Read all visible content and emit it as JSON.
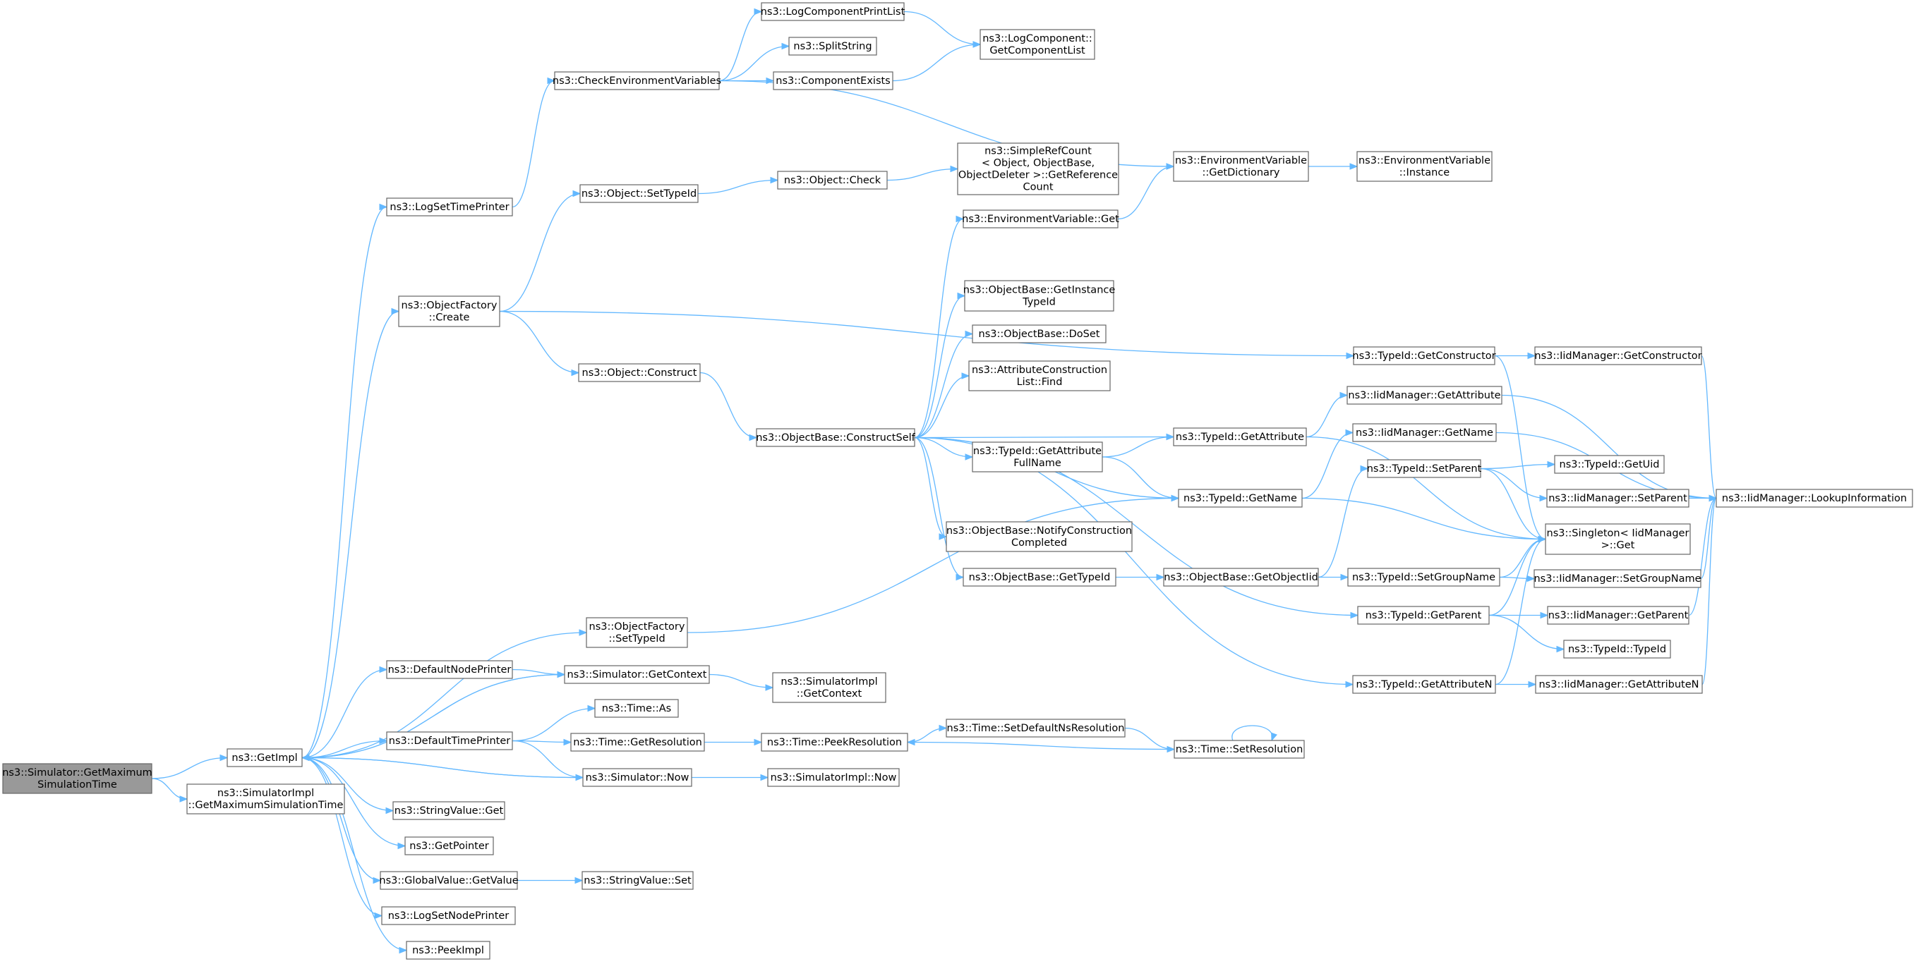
{
  "accent_color": "#63b8ff",
  "root_fill": "#999999",
  "nodes": [
    {
      "id": "root",
      "lines": [
        "ns3::Simulator::GetMaximum",
        "SimulationTime"
      ],
      "root": true
    },
    {
      "id": "GetImpl",
      "lines": [
        "ns3::GetImpl"
      ]
    },
    {
      "id": "SimImplGetMax",
      "lines": [
        "ns3::SimulatorImpl",
        "::GetMaximumSimulationTime"
      ]
    },
    {
      "id": "LogSetTimePrinter",
      "lines": [
        "ns3::LogSetTimePrinter"
      ]
    },
    {
      "id": "ObjectFactoryCreate",
      "lines": [
        "ns3::ObjectFactory",
        "::Create"
      ]
    },
    {
      "id": "ObjectFactorySetTypeId",
      "lines": [
        "ns3::ObjectFactory",
        "::SetTypeId"
      ]
    },
    {
      "id": "DefaultNodePrinter",
      "lines": [
        "ns3::DefaultNodePrinter"
      ]
    },
    {
      "id": "SimulatorGetContext",
      "lines": [
        "ns3::Simulator::GetContext"
      ]
    },
    {
      "id": "SimImplGetContext",
      "lines": [
        "ns3::SimulatorImpl",
        "::GetContext"
      ]
    },
    {
      "id": "DefaultTimePrinter",
      "lines": [
        "ns3::DefaultTimePrinter"
      ]
    },
    {
      "id": "TimeAs",
      "lines": [
        "ns3::Time::As"
      ]
    },
    {
      "id": "TimeGetResolution",
      "lines": [
        "ns3::Time::GetResolution"
      ]
    },
    {
      "id": "TimePeekResolution",
      "lines": [
        "ns3::Time::PeekResolution"
      ]
    },
    {
      "id": "TimeSetDefaultNsResolution",
      "lines": [
        "ns3::Time::SetDefaultNsResolution"
      ]
    },
    {
      "id": "TimeSetResolution",
      "lines": [
        "ns3::Time::SetResolution"
      ]
    },
    {
      "id": "SimulatorNow",
      "lines": [
        "ns3::Simulator::Now"
      ]
    },
    {
      "id": "SimImplNow",
      "lines": [
        "ns3::SimulatorImpl::Now"
      ]
    },
    {
      "id": "StringValueGet",
      "lines": [
        "ns3::StringValue::Get"
      ]
    },
    {
      "id": "GetPointer",
      "lines": [
        "ns3::GetPointer"
      ]
    },
    {
      "id": "GlobalValueGetValue",
      "lines": [
        "ns3::GlobalValue::GetValue"
      ]
    },
    {
      "id": "StringValueSet",
      "lines": [
        "ns3::StringValue::Set"
      ]
    },
    {
      "id": "LogSetNodePrinter",
      "lines": [
        "ns3::LogSetNodePrinter"
      ]
    },
    {
      "id": "PeekImpl",
      "lines": [
        "ns3::PeekImpl"
      ]
    },
    {
      "id": "CheckEnv",
      "lines": [
        "ns3::CheckEnvironmentVariables"
      ]
    },
    {
      "id": "LogComponentPrintList",
      "lines": [
        "ns3::LogComponentPrintList"
      ]
    },
    {
      "id": "SplitString",
      "lines": [
        "ns3::SplitString"
      ]
    },
    {
      "id": "ComponentExists",
      "lines": [
        "ns3::ComponentExists"
      ]
    },
    {
      "id": "LogComponentGetList",
      "lines": [
        "ns3::LogComponent::",
        "GetComponentList"
      ]
    },
    {
      "id": "EnvGetDictionary",
      "lines": [
        "ns3::EnvironmentVariable",
        "::GetDictionary"
      ]
    },
    {
      "id": "EnvInstance",
      "lines": [
        "ns3::EnvironmentVariable",
        "::Instance"
      ]
    },
    {
      "id": "EnvGet",
      "lines": [
        "ns3::EnvironmentVariable::Get"
      ]
    },
    {
      "id": "ObjectSetTypeId",
      "lines": [
        "ns3::Object::SetTypeId"
      ]
    },
    {
      "id": "ObjectCheck",
      "lines": [
        "ns3::Object::Check"
      ]
    },
    {
      "id": "SimpleRefCount",
      "lines": [
        "ns3::SimpleRefCount",
        "< Object, ObjectBase,",
        "ObjectDeleter >::GetReference",
        "Count"
      ]
    },
    {
      "id": "ObjectConstruct",
      "lines": [
        "ns3::Object::Construct"
      ]
    },
    {
      "id": "ConstructSelf",
      "lines": [
        "ns3::ObjectBase::ConstructSelf"
      ]
    },
    {
      "id": "GetInstanceTypeId",
      "lines": [
        "ns3::ObjectBase::GetInstance",
        "TypeId"
      ]
    },
    {
      "id": "DoSet",
      "lines": [
        "ns3::ObjectBase::DoSet"
      ]
    },
    {
      "id": "AttrConstructionFind",
      "lines": [
        "ns3::AttributeConstruction",
        "List::Find"
      ]
    },
    {
      "id": "GetAttributeFullName",
      "lines": [
        "ns3::TypeId::GetAttribute",
        "FullName"
      ]
    },
    {
      "id": "NotifyConstruction",
      "lines": [
        "ns3::ObjectBase::NotifyConstruction",
        "Completed"
      ]
    },
    {
      "id": "ObjBaseGetTypeId",
      "lines": [
        "ns3::ObjectBase::GetTypeId"
      ]
    },
    {
      "id": "GetObjectIid",
      "lines": [
        "ns3::ObjectBase::GetObjectIid"
      ]
    },
    {
      "id": "TypeIdGetConstructor",
      "lines": [
        "ns3::TypeId::GetConstructor"
      ]
    },
    {
      "id": "TypeIdGetAttribute",
      "lines": [
        "ns3::TypeId::GetAttribute"
      ]
    },
    {
      "id": "TypeIdGetName",
      "lines": [
        "ns3::TypeId::GetName"
      ]
    },
    {
      "id": "TypeIdSetParent",
      "lines": [
        "ns3::TypeId::SetParent"
      ]
    },
    {
      "id": "TypeIdSetGroupName",
      "lines": [
        "ns3::TypeId::SetGroupName"
      ]
    },
    {
      "id": "TypeIdGetParent",
      "lines": [
        "ns3::TypeId::GetParent"
      ]
    },
    {
      "id": "TypeIdGetAttributeN",
      "lines": [
        "ns3::TypeId::GetAttributeN"
      ]
    },
    {
      "id": "IidGetConstructor",
      "lines": [
        "ns3::IidManager::GetConstructor"
      ]
    },
    {
      "id": "IidGetAttribute",
      "lines": [
        "ns3::IidManager::GetAttribute"
      ]
    },
    {
      "id": "IidGetName",
      "lines": [
        "ns3::IidManager::GetName"
      ]
    },
    {
      "id": "TypeIdGetUid",
      "lines": [
        "ns3::TypeId::GetUid"
      ]
    },
    {
      "id": "IidSetParent",
      "lines": [
        "ns3::IidManager::SetParent"
      ]
    },
    {
      "id": "SingletonGet",
      "lines": [
        "ns3::Singleton< IidManager",
        ">::Get"
      ]
    },
    {
      "id": "IidSetGroupName",
      "lines": [
        "ns3::IidManager::SetGroupName"
      ]
    },
    {
      "id": "IidGetParent",
      "lines": [
        "ns3::IidManager::GetParent"
      ]
    },
    {
      "id": "TypeIdTypeId",
      "lines": [
        "ns3::TypeId::TypeId"
      ]
    },
    {
      "id": "IidGetAttributeN",
      "lines": [
        "ns3::IidManager::GetAttributeN"
      ]
    },
    {
      "id": "IidLookupInformation",
      "lines": [
        "ns3::IidManager::LookupInformation"
      ]
    }
  ],
  "edges": [
    [
      "root",
      "GetImpl"
    ],
    [
      "root",
      "SimImplGetMax"
    ],
    [
      "GetImpl",
      "LogSetTimePrinter"
    ],
    [
      "GetImpl",
      "ObjectFactoryCreate"
    ],
    [
      "GetImpl",
      "ObjectFactorySetTypeId"
    ],
    [
      "GetImpl",
      "DefaultNodePrinter"
    ],
    [
      "GetImpl",
      "SimulatorGetContext"
    ],
    [
      "GetImpl",
      "DefaultTimePrinter"
    ],
    [
      "GetImpl",
      "SimulatorNow"
    ],
    [
      "GetImpl",
      "StringValueGet"
    ],
    [
      "GetImpl",
      "GetPointer"
    ],
    [
      "GetImpl",
      "GlobalValueGetValue"
    ],
    [
      "GetImpl",
      "LogSetNodePrinter"
    ],
    [
      "GetImpl",
      "PeekImpl"
    ],
    [
      "LogSetTimePrinter",
      "CheckEnv"
    ],
    [
      "CheckEnv",
      "LogComponentPrintList"
    ],
    [
      "CheckEnv",
      "SplitString"
    ],
    [
      "CheckEnv",
      "ComponentExists"
    ],
    [
      "CheckEnv",
      "EnvGetDictionary"
    ],
    [
      "LogComponentPrintList",
      "LogComponentGetList"
    ],
    [
      "ComponentExists",
      "LogComponentGetList"
    ],
    [
      "EnvGetDictionary",
      "EnvInstance"
    ],
    [
      "EnvGet",
      "EnvGetDictionary"
    ],
    [
      "ObjectFactoryCreate",
      "ObjectSetTypeId"
    ],
    [
      "ObjectFactoryCreate",
      "ObjectConstruct"
    ],
    [
      "ObjectFactoryCreate",
      "TypeIdGetConstructor"
    ],
    [
      "ObjectSetTypeId",
      "ObjectCheck"
    ],
    [
      "ObjectCheck",
      "SimpleRefCount"
    ],
    [
      "ObjectConstruct",
      "ConstructSelf"
    ],
    [
      "ConstructSelf",
      "EnvGet"
    ],
    [
      "ConstructSelf",
      "GetInstanceTypeId"
    ],
    [
      "ConstructSelf",
      "DoSet"
    ],
    [
      "ConstructSelf",
      "AttrConstructionFind"
    ],
    [
      "ConstructSelf",
      "TypeIdGetAttribute"
    ],
    [
      "ConstructSelf",
      "GetAttributeFullName"
    ],
    [
      "ConstructSelf",
      "TypeIdGetName"
    ],
    [
      "ConstructSelf",
      "NotifyConstruction"
    ],
    [
      "ConstructSelf",
      "ObjBaseGetTypeId"
    ],
    [
      "ConstructSelf",
      "TypeIdGetParent"
    ],
    [
      "ConstructSelf",
      "TypeIdGetAttributeN"
    ],
    [
      "GetAttributeFullName",
      "TypeIdGetAttribute"
    ],
    [
      "GetAttributeFullName",
      "TypeIdGetName"
    ],
    [
      "ObjBaseGetTypeId",
      "GetObjectIid"
    ],
    [
      "GetObjectIid",
      "TypeIdSetParent"
    ],
    [
      "GetObjectIid",
      "TypeIdSetGroupName"
    ],
    [
      "ObjectFactorySetTypeId",
      "TypeIdGetName"
    ],
    [
      "DefaultNodePrinter",
      "SimulatorGetContext"
    ],
    [
      "SimulatorGetContext",
      "GetImpl"
    ],
    [
      "SimulatorGetContext",
      "SimImplGetContext"
    ],
    [
      "DefaultTimePrinter",
      "TimeAs"
    ],
    [
      "DefaultTimePrinter",
      "TimeGetResolution"
    ],
    [
      "DefaultTimePrinter",
      "SimulatorNow"
    ],
    [
      "TimeGetResolution",
      "TimePeekResolution"
    ],
    [
      "TimePeekResolution",
      "TimeSetDefaultNsResolution"
    ],
    [
      "TimeSetDefaultNsResolution",
      "TimeSetResolution"
    ],
    [
      "TimeSetResolution",
      "TimePeekResolution"
    ],
    [
      "TimeSetResolution",
      "TimeSetResolution"
    ],
    [
      "SimulatorNow",
      "GetImpl"
    ],
    [
      "SimulatorNow",
      "SimImplNow"
    ],
    [
      "GlobalValueGetValue",
      "StringValueSet"
    ],
    [
      "TypeIdGetConstructor",
      "IidGetConstructor"
    ],
    [
      "TypeIdGetConstructor",
      "SingletonGet"
    ],
    [
      "TypeIdGetAttribute",
      "IidGetAttribute"
    ],
    [
      "TypeIdGetAttribute",
      "SingletonGet"
    ],
    [
      "TypeIdGetName",
      "IidGetName"
    ],
    [
      "TypeIdGetName",
      "SingletonGet"
    ],
    [
      "TypeIdSetParent",
      "TypeIdGetUid"
    ],
    [
      "TypeIdSetParent",
      "IidSetParent"
    ],
    [
      "TypeIdSetParent",
      "SingletonGet"
    ],
    [
      "TypeIdSetGroupName",
      "IidSetGroupName"
    ],
    [
      "TypeIdSetGroupName",
      "SingletonGet"
    ],
    [
      "TypeIdGetParent",
      "IidGetParent"
    ],
    [
      "TypeIdGetParent",
      "TypeIdTypeId"
    ],
    [
      "TypeIdGetParent",
      "SingletonGet"
    ],
    [
      "TypeIdGetAttributeN",
      "IidGetAttributeN"
    ],
    [
      "TypeIdGetAttributeN",
      "SingletonGet"
    ],
    [
      "IidGetConstructor",
      "IidLookupInformation"
    ],
    [
      "IidGetAttribute",
      "IidLookupInformation"
    ],
    [
      "IidGetName",
      "IidLookupInformation"
    ],
    [
      "IidSetParent",
      "IidLookupInformation"
    ],
    [
      "IidSetGroupName",
      "IidLookupInformation"
    ],
    [
      "IidGetParent",
      "IidLookupInformation"
    ],
    [
      "IidGetAttributeN",
      "IidLookupInformation"
    ]
  ]
}
